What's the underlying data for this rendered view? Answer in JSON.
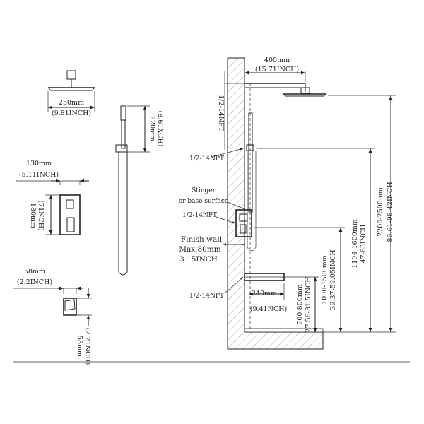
{
  "colors": {
    "line": "#222222",
    "background": "#ffffff"
  },
  "shower_head": {
    "width_mm": "250mm",
    "width_inch": "(9.81INCH)"
  },
  "hand_shower": {
    "height_mm": "220mm",
    "height_inch": "(8.61XCH)"
  },
  "valve_plate": {
    "width_mm": "130mm",
    "width_inch": "(5.11INCH)",
    "height_mm": "180mm",
    "height_inch": "(71NCH)"
  },
  "spout": {
    "width_mm": "58mm",
    "width_inch": "(2.2INCH)",
    "height_mm": "58mm",
    "height_inch": "(2.21NCH)"
  },
  "installation": {
    "arm_length_mm": "400mm",
    "arm_length_inch": "(15.71INCH)",
    "thread_top": "1/2-14NPT",
    "thread_holder": "1/2-14NPT",
    "stinger_line1": "Stinger",
    "stinger_line2": "or base surface",
    "thread_valve": "1/2-14NPT",
    "finish_wall_line1": "Finish wall",
    "finish_wall_line2": "Max.80mm",
    "finish_wall_line3": "3.15INCH",
    "thread_spout": "1/2-14NPT",
    "spout_length_mm": "240mm",
    "spout_length_inch": "(9.41NCH)",
    "spout_height_mm": "700-800mm",
    "spout_height_inch": "27.56-31.5INCH",
    "valve_height_mm": "1000-1500mm",
    "valve_height_inch": "39.37-59.05INCH",
    "holder_height_mm": "1194-1600mm",
    "holder_height_inch": "47-63INCH",
    "head_height_mm": "2200-2500mm",
    "head_height_inch": "86.61-98.42INCH"
  }
}
